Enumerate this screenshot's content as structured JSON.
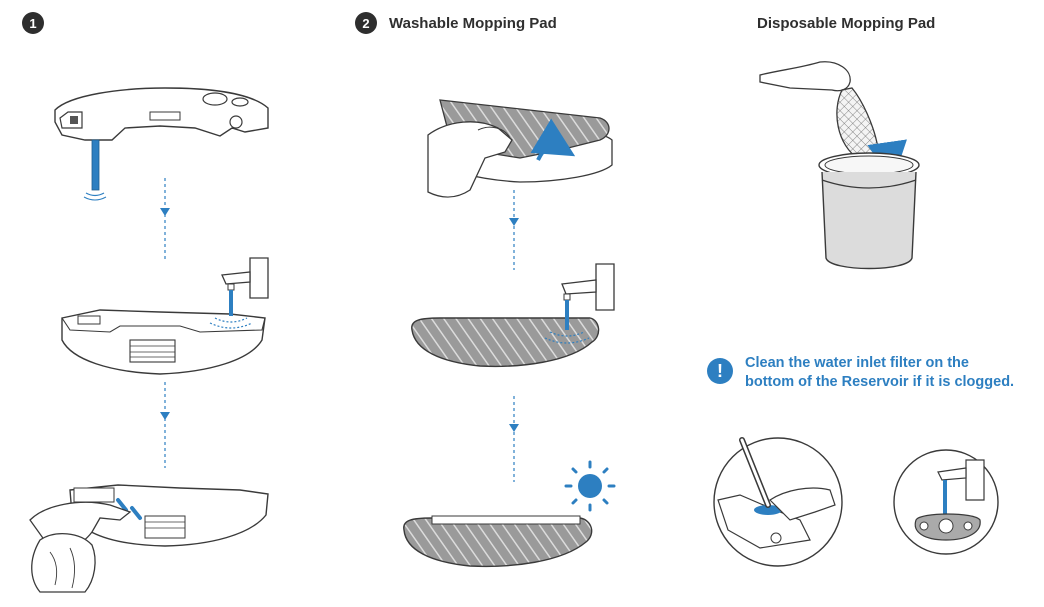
{
  "steps": {
    "step1": {
      "number": "1"
    },
    "step2": {
      "number": "2",
      "title": "Washable Mopping Pad"
    },
    "step3": {
      "title": "Disposable Mopping Pad"
    }
  },
  "note": {
    "line1": "Clean the water inlet filter on the",
    "line2": "bottom of the Reservoir if it is clogged."
  },
  "icons": [
    "exclamation-icon",
    "sun-icon",
    "faucet-icon",
    "arrow-down-icon"
  ],
  "colors": {
    "accent": "#2d7fc1",
    "line": "#3a3a3a",
    "badge": "#2e2e2e",
    "pad": "#8a8a8a"
  }
}
